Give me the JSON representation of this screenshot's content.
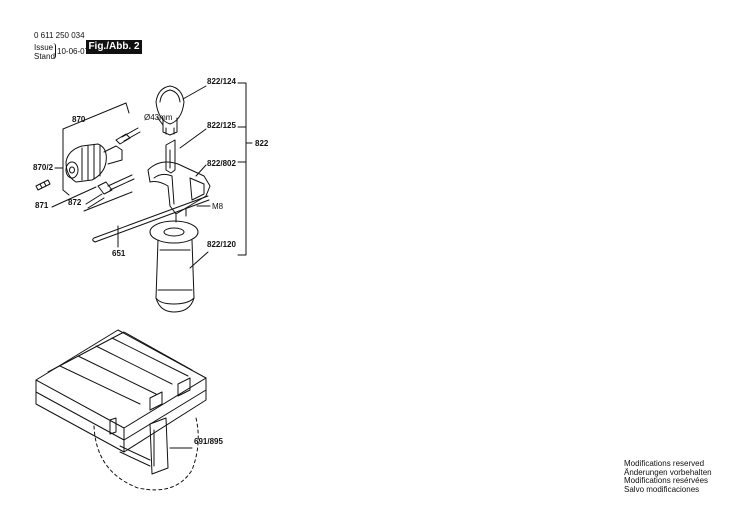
{
  "header": {
    "part_number": "0 611 250 034",
    "issue_label": "Issue",
    "stand_label": "Stand",
    "issue_date": "10-06-07",
    "figure_label": "Fig./Abb. 2"
  },
  "callouts": {
    "c822_124": "822/124",
    "c822_125": "822/125",
    "c822": "822",
    "c822_802": "822/802",
    "c822_120": "822/120",
    "c870": "870",
    "c870_2": "870/2",
    "c871": "871",
    "c872": "872",
    "c651": "651",
    "c691_895": "691/895",
    "dim_43": "Ø43mm",
    "thread_m8": "M8"
  },
  "notes": [
    "Modifications reserved",
    "Änderungen vorbehalten",
    "Modifications resérvées",
    "Salvo modificaciones"
  ]
}
